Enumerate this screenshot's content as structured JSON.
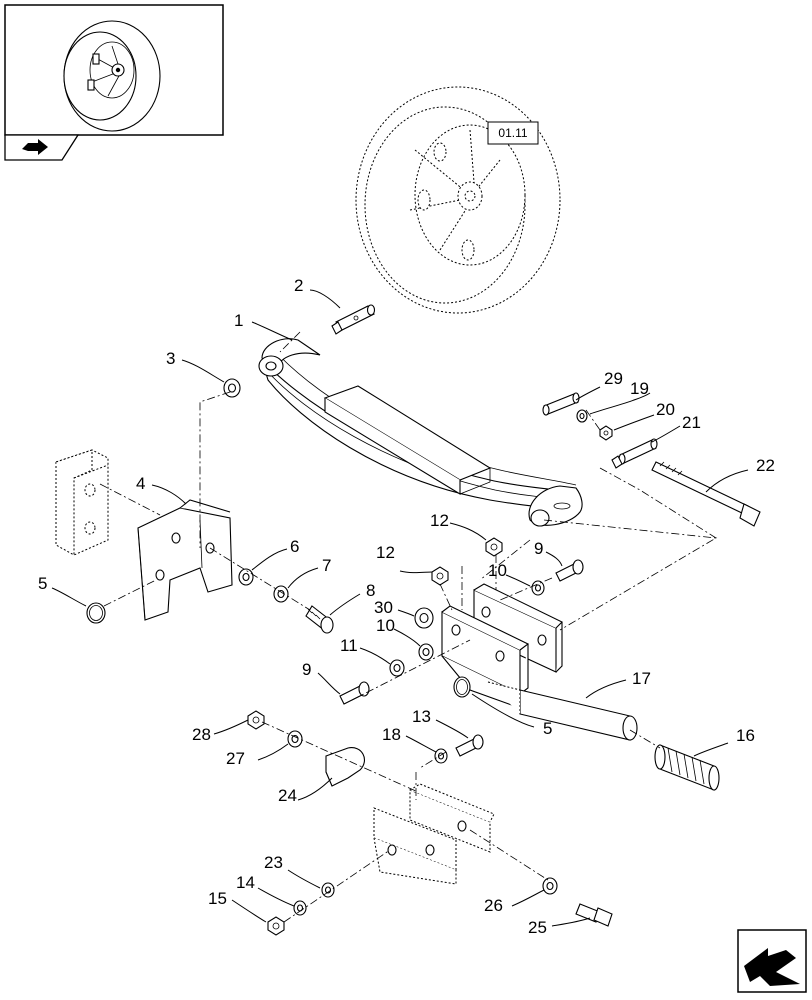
{
  "diagram": {
    "reference_box": "01.11",
    "callouts": [
      {
        "id": "c1",
        "label": "1"
      },
      {
        "id": "c2",
        "label": "2"
      },
      {
        "id": "c3",
        "label": "3"
      },
      {
        "id": "c4",
        "label": "4"
      },
      {
        "id": "c5a",
        "label": "5"
      },
      {
        "id": "c5b",
        "label": "5"
      },
      {
        "id": "c6",
        "label": "6"
      },
      {
        "id": "c7",
        "label": "7"
      },
      {
        "id": "c8",
        "label": "8"
      },
      {
        "id": "c9a",
        "label": "9"
      },
      {
        "id": "c9b",
        "label": "9"
      },
      {
        "id": "c10a",
        "label": "10"
      },
      {
        "id": "c10b",
        "label": "10"
      },
      {
        "id": "c11",
        "label": "11"
      },
      {
        "id": "c12a",
        "label": "12"
      },
      {
        "id": "c12b",
        "label": "12"
      },
      {
        "id": "c13",
        "label": "13"
      },
      {
        "id": "c14",
        "label": "14"
      },
      {
        "id": "c15",
        "label": "15"
      },
      {
        "id": "c16",
        "label": "16"
      },
      {
        "id": "c17",
        "label": "17"
      },
      {
        "id": "c18",
        "label": "18"
      },
      {
        "id": "c19",
        "label": "19"
      },
      {
        "id": "c20",
        "label": "20"
      },
      {
        "id": "c21",
        "label": "21"
      },
      {
        "id": "c22",
        "label": "22"
      },
      {
        "id": "c23",
        "label": "23"
      },
      {
        "id": "c24",
        "label": "24"
      },
      {
        "id": "c25",
        "label": "25"
      },
      {
        "id": "c26",
        "label": "26"
      },
      {
        "id": "c27",
        "label": "27"
      },
      {
        "id": "c28",
        "label": "28"
      },
      {
        "id": "c29",
        "label": "29"
      },
      {
        "id": "c30",
        "label": "30"
      }
    ],
    "icons": {
      "thumbnail": "wheel-thumbnail-icon",
      "nav_back": "navigate-back-arrow-icon",
      "nav_next": "navigate-next-arrow-icon"
    }
  }
}
